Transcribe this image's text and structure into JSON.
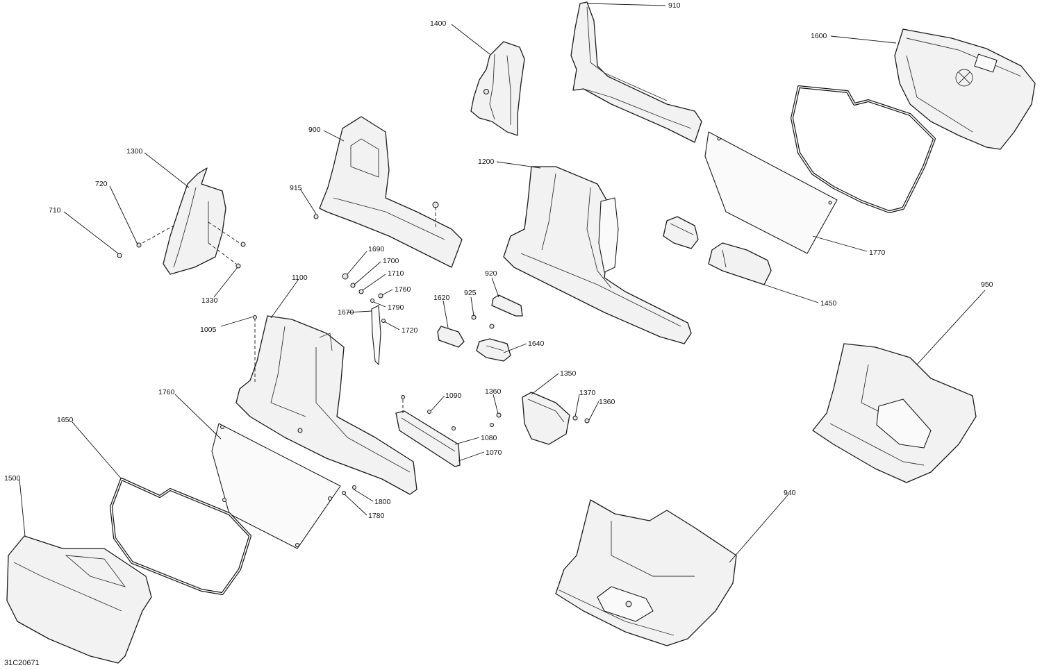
{
  "diagram": {
    "reference_code": "31C20671",
    "callouts": [
      {
        "id": "910",
        "label": "910"
      },
      {
        "id": "1400",
        "label": "1400"
      },
      {
        "id": "1600",
        "label": "1600"
      },
      {
        "id": "900",
        "label": "900"
      },
      {
        "id": "1300",
        "label": "1300"
      },
      {
        "id": "720",
        "label": "720"
      },
      {
        "id": "710",
        "label": "710"
      },
      {
        "id": "915",
        "label": "915"
      },
      {
        "id": "1200",
        "label": "1200"
      },
      {
        "id": "1770",
        "label": "1770"
      },
      {
        "id": "1450",
        "label": "1450"
      },
      {
        "id": "1690",
        "label": "1690"
      },
      {
        "id": "1700",
        "label": "1700"
      },
      {
        "id": "1710",
        "label": "1710"
      },
      {
        "id": "1760a",
        "label": "1760"
      },
      {
        "id": "1790",
        "label": "1790"
      },
      {
        "id": "1720",
        "label": "1720"
      },
      {
        "id": "1670",
        "label": "1670"
      },
      {
        "id": "1330",
        "label": "1330"
      },
      {
        "id": "1100",
        "label": "1100"
      },
      {
        "id": "1005",
        "label": "1005"
      },
      {
        "id": "920",
        "label": "920"
      },
      {
        "id": "1620",
        "label": "1620"
      },
      {
        "id": "925",
        "label": "925"
      },
      {
        "id": "1640",
        "label": "1640"
      },
      {
        "id": "950",
        "label": "950"
      },
      {
        "id": "1350",
        "label": "1350"
      },
      {
        "id": "1090",
        "label": "1090"
      },
      {
        "id": "1360a",
        "label": "1360"
      },
      {
        "id": "1370",
        "label": "1370"
      },
      {
        "id": "1360b",
        "label": "1360"
      },
      {
        "id": "1080",
        "label": "1080"
      },
      {
        "id": "1070",
        "label": "1070"
      },
      {
        "id": "1760b",
        "label": "1760"
      },
      {
        "id": "1650",
        "label": "1650"
      },
      {
        "id": "1500",
        "label": "1500"
      },
      {
        "id": "1800",
        "label": "1800"
      },
      {
        "id": "1780",
        "label": "1780"
      },
      {
        "id": "940",
        "label": "940"
      }
    ]
  }
}
